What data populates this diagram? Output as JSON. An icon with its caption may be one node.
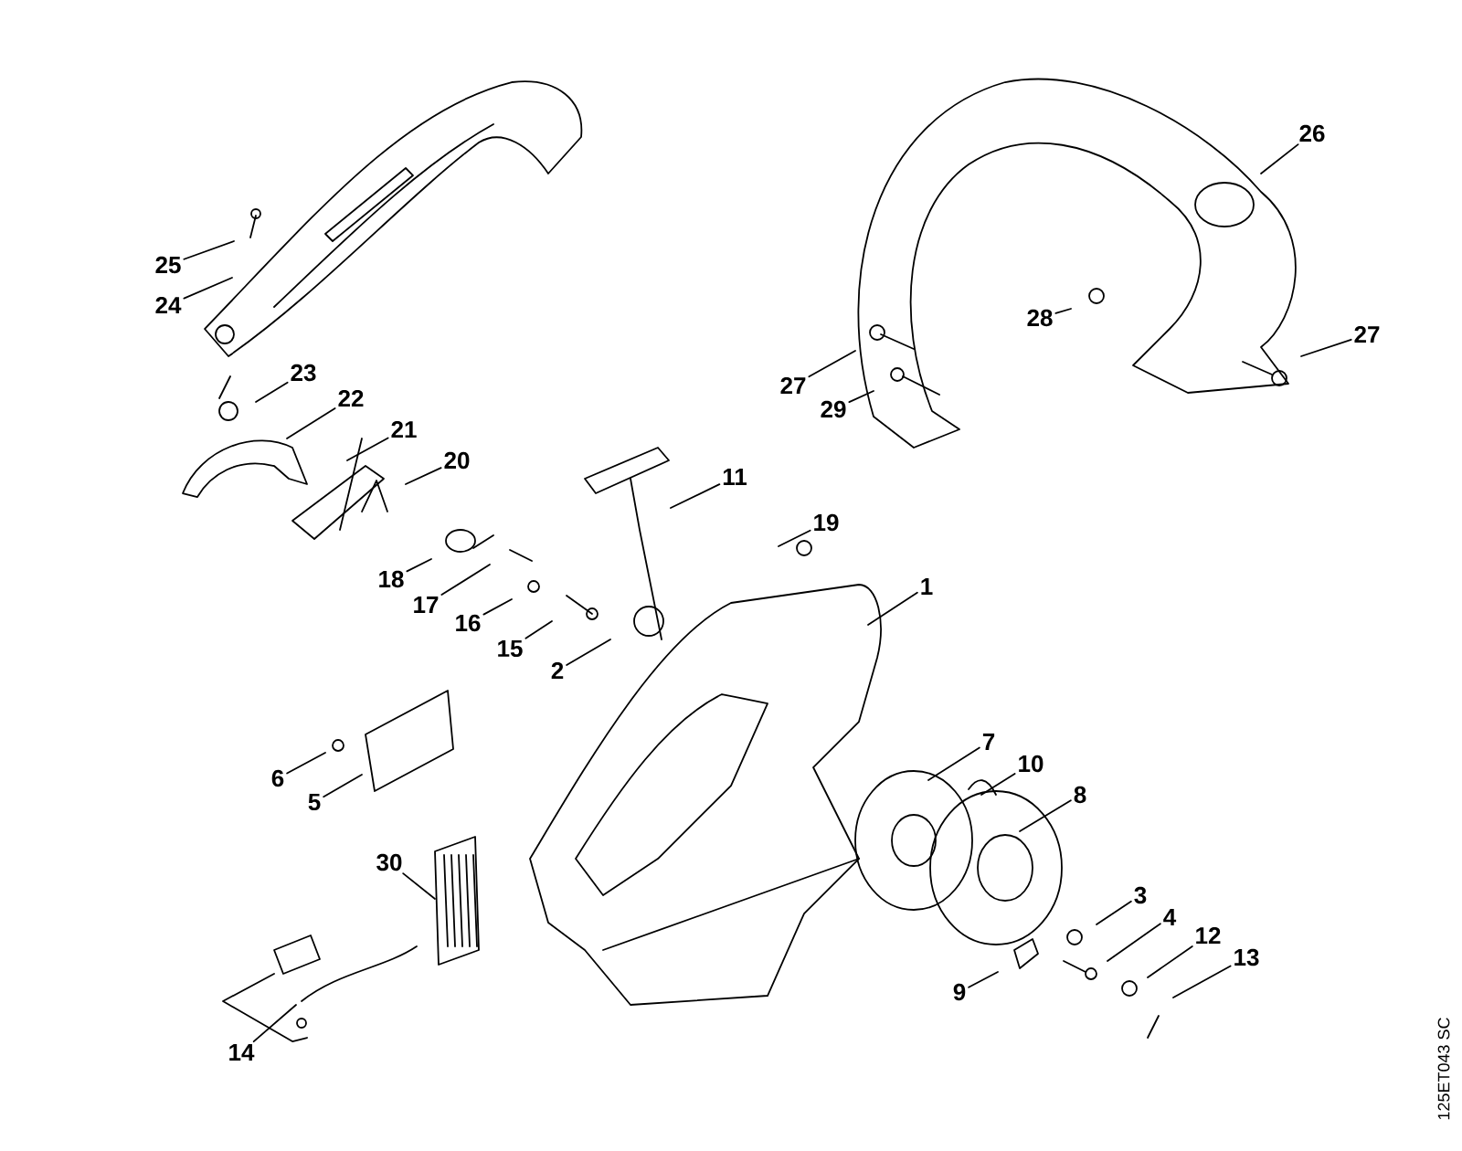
{
  "diagram": {
    "nodes": [
      {
        "text": [
          "25"
        ]
      },
      {
        "text": [
          "24"
        ]
      },
      {
        "text": [
          "26"
        ]
      },
      {
        "text": [
          "28"
        ]
      },
      {
        "text": [
          "27"
        ]
      },
      {
        "text": [
          "27"
        ]
      },
      {
        "text": [
          "29"
        ]
      },
      {
        "text": [
          "23"
        ]
      },
      {
        "text": [
          "22"
        ]
      },
      {
        "text": [
          "21"
        ]
      },
      {
        "text": [
          "20"
        ]
      },
      {
        "text": [
          "11"
        ]
      },
      {
        "text": [
          "19"
        ]
      },
      {
        "text": [
          "18"
        ]
      },
      {
        "text": [
          "17"
        ]
      },
      {
        "text": [
          "16"
        ]
      },
      {
        "text": [
          "1"
        ]
      },
      {
        "text": [
          "15"
        ]
      },
      {
        "text": [
          "2"
        ]
      },
      {
        "text": [
          "7"
        ]
      },
      {
        "text": [
          "10"
        ]
      },
      {
        "text": [
          "6"
        ]
      },
      {
        "text": [
          "8"
        ]
      },
      {
        "text": [
          "5"
        ]
      },
      {
        "text": [
          "30"
        ]
      },
      {
        "text": [
          "3"
        ]
      },
      {
        "text": [
          "4"
        ]
      },
      {
        "text": [
          "12"
        ]
      },
      {
        "text": [
          "13"
        ]
      },
      {
        "text": [
          "9"
        ]
      },
      {
        "text": [
          "14"
        ]
      }
    ],
    "edges": [
      {
        "from": 0,
        "to": null,
        "arrow": "none"
      },
      {
        "from": 1,
        "to": null,
        "arrow": "none"
      },
      {
        "from": 2,
        "to": null,
        "arrow": "none"
      },
      {
        "from": 3,
        "to": null,
        "arrow": "none"
      },
      {
        "from": 4,
        "to": null,
        "arrow": "none"
      },
      {
        "from": 5,
        "to": null,
        "arrow": "none"
      },
      {
        "from": 6,
        "to": null,
        "arrow": "none"
      },
      {
        "from": 7,
        "to": null,
        "arrow": "none"
      },
      {
        "from": 8,
        "to": null,
        "arrow": "none"
      },
      {
        "from": 9,
        "to": null,
        "arrow": "none"
      },
      {
        "from": 10,
        "to": null,
        "arrow": "none"
      },
      {
        "from": 11,
        "to": null,
        "arrow": "none"
      },
      {
        "from": 12,
        "to": null,
        "arrow": "none"
      },
      {
        "from": 13,
        "to": null,
        "arrow": "none"
      },
      {
        "from": 14,
        "to": null,
        "arrow": "none"
      },
      {
        "from": 15,
        "to": null,
        "arrow": "none"
      },
      {
        "from": 16,
        "to": null,
        "arrow": "none"
      },
      {
        "from": 17,
        "to": null,
        "arrow": "none"
      },
      {
        "from": 18,
        "to": null,
        "arrow": "none"
      },
      {
        "from": 19,
        "to": null,
        "arrow": "none"
      },
      {
        "from": 20,
        "to": null,
        "arrow": "none"
      },
      {
        "from": 21,
        "to": null,
        "arrow": "none"
      },
      {
        "from": 22,
        "to": null,
        "arrow": "none"
      },
      {
        "from": 23,
        "to": null,
        "arrow": "none"
      },
      {
        "from": 24,
        "to": null,
        "arrow": "none"
      },
      {
        "from": 25,
        "to": null,
        "arrow": "none"
      },
      {
        "from": 26,
        "to": null,
        "arrow": "none"
      },
      {
        "from": 27,
        "to": null,
        "arrow": "none"
      },
      {
        "from": 28,
        "to": null,
        "arrow": "none"
      },
      {
        "from": 29,
        "to": null,
        "arrow": "none"
      },
      {
        "from": 30,
        "to": null,
        "arrow": "none"
      }
    ],
    "labels": [
      "125ET043 SC"
    ]
  }
}
